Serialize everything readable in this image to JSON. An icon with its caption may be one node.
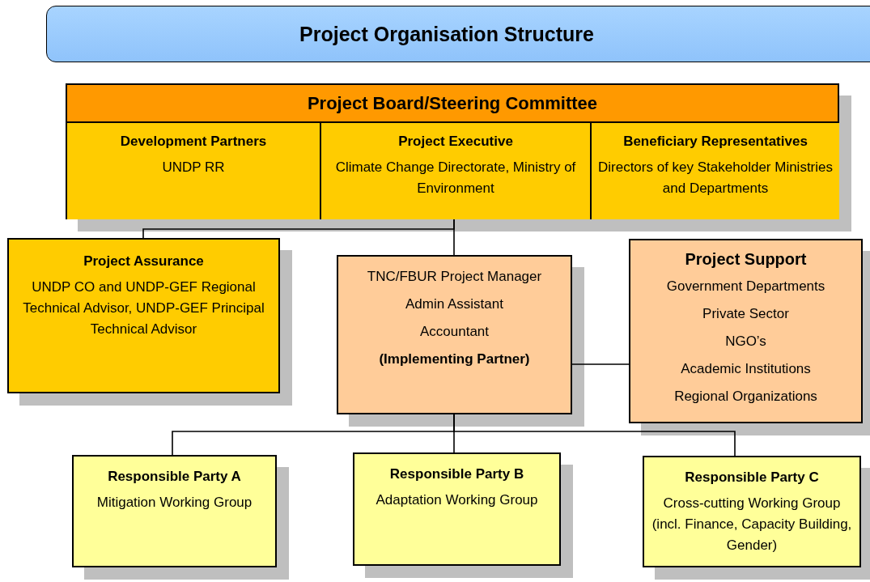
{
  "diagram": {
    "title": "Project Organisation Structure",
    "nodes": [
      {
        "text": [
          "Project Board/Steering Committee"
        ]
      },
      {
        "text": [
          "Development Partners",
          "UNDP RR"
        ],
        "in": 0
      },
      {
        "text": [
          "Project Executive",
          "Climate Change Directorate, Ministry of Environment"
        ],
        "in": 0
      },
      {
        "text": [
          "Beneficiary Representatives",
          "Directors of key Stakeholder Ministries and Departments"
        ],
        "in": 0
      },
      {
        "text": [
          "Project Assurance",
          "UNDP CO and UNDP-GEF Regional Technical Advisor, UNDP-GEF Principal Technical Advisor"
        ]
      },
      {
        "text": [
          "TNC/FBUR Project Manager",
          "Admin Assistant",
          "Accountant",
          "(Implementing Partner)"
        ]
      },
      {
        "text": [
          "Project Support",
          "Government Departments",
          "Private Sector",
          "NGO’s",
          "Academic Institutions",
          "Regional Organizations"
        ]
      },
      {
        "text": [
          "Responsible Party A",
          "Mitigation Working Group"
        ]
      },
      {
        "text": [
          "Responsible Party B",
          "Adaptation Working Group"
        ]
      },
      {
        "text": [
          "Responsible Party C",
          "Cross-cutting Working Group (incl. Finance, Capacity Building, Gender)"
        ]
      }
    ],
    "edges": [
      {
        "from": 0,
        "to": 4,
        "arrow": "none"
      },
      {
        "from": 0,
        "to": 5,
        "arrow": "none"
      },
      {
        "from": 5,
        "to": 6,
        "arrow": "none"
      },
      {
        "from": 5,
        "to": 7,
        "arrow": "none"
      },
      {
        "from": 5,
        "to": 8,
        "arrow": "none"
      },
      {
        "from": 5,
        "to": 9,
        "arrow": "none"
      }
    ]
  }
}
